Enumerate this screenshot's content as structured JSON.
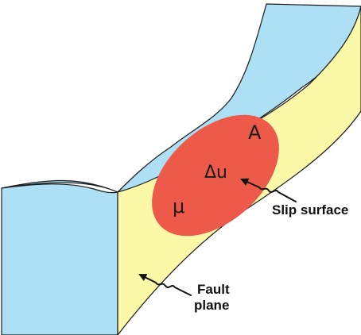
{
  "colors": {
    "top_face": "#aee0f5",
    "front_face": "#aee0f5",
    "fault_plane": "#fbf8a8",
    "slip_patch": "#ee5a4a",
    "outline": "#1a1a1a"
  },
  "symbols": {
    "area": "A",
    "slip": "Δu",
    "rigidity": "μ"
  },
  "labels": {
    "slip_surface": "Slip surface",
    "fault_plane_line1": "Fault",
    "fault_plane_line2": "plane"
  }
}
